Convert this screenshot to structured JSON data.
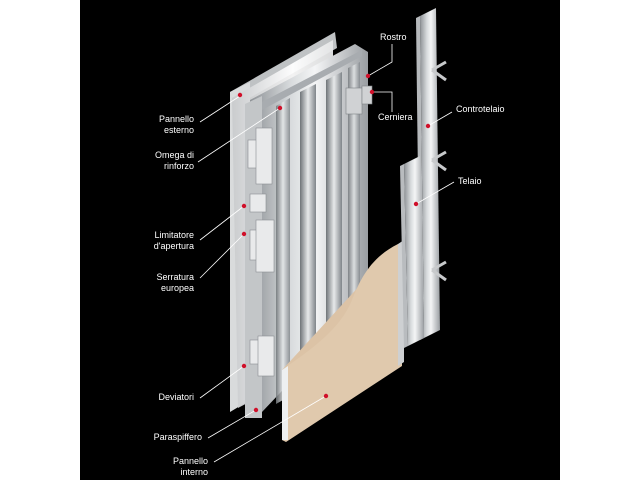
{
  "diagram": {
    "labels": {
      "pannello_esterno": "Pannello\nesterno",
      "omega_rinforzo": "Omega di\nrinforzo",
      "limitatore": "Limitatore\nd'apertura",
      "serratura": "Serratura\neuropea",
      "deviatori": "Deviatori",
      "paraspiffero": "Paraspiffero",
      "pannello_interno": "Pannello\ninterno",
      "rostro": "Rostro",
      "cerniera": "Cerniera",
      "controtelaio": "Controtelaio",
      "telaio": "Telaio"
    },
    "colors": {
      "background": "#000000",
      "leader": "#ffffff",
      "marker": "#d0102a",
      "wood": "#dcc3a6"
    }
  }
}
